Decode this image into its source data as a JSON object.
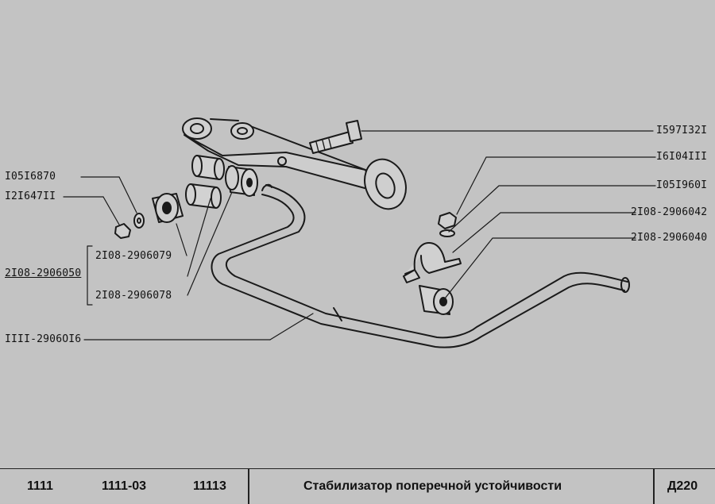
{
  "callouts": [
    {
      "id": "nut-bolt-top",
      "text": "I597I32I"
    },
    {
      "id": "nut-flange",
      "text": "I6I04III"
    },
    {
      "id": "washer-spring",
      "text": "I05I960I"
    },
    {
      "id": "bracket",
      "text": "2I08-2906042"
    },
    {
      "id": "cushion",
      "text": "2I08-2906040"
    },
    {
      "id": "washer",
      "text": "I05I6870"
    },
    {
      "id": "nut",
      "text": "I2I647II"
    },
    {
      "id": "bushing-inner",
      "text": "2I08-2906079"
    },
    {
      "id": "bushing-kit",
      "text": "2I08-2906050"
    },
    {
      "id": "bushing-outer",
      "text": "2I08-2906078"
    },
    {
      "id": "stabilizer-bar",
      "text": "IIII-2906OI6"
    }
  ],
  "footer": {
    "models": [
      "1111",
      "1111-03",
      "11113"
    ],
    "title": "Стабилизатор поперечной устойчивости",
    "page_code": "Д220"
  }
}
